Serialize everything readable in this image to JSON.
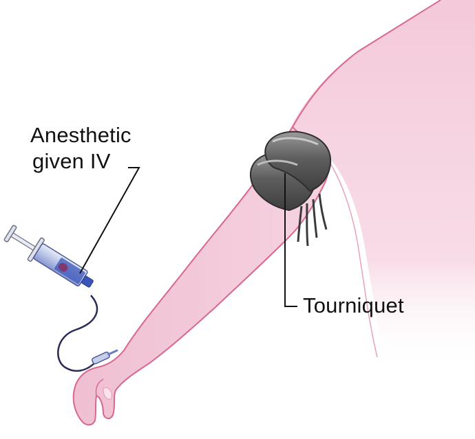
{
  "labels": {
    "anesthetic_line1": "Anesthetic",
    "anesthetic_line2": "given IV",
    "tourniquet": "Tourniquet"
  },
  "colors": {
    "skin": "#f2c4d6",
    "skin_outline": "#d9668f",
    "tourniquet": "#7a7a7a",
    "syringe_fluid": "#3a55b8",
    "leader_line": "#111111"
  },
  "icons": {
    "syringe": "syringe-icon",
    "tourniquet": "tourniquet-band"
  }
}
